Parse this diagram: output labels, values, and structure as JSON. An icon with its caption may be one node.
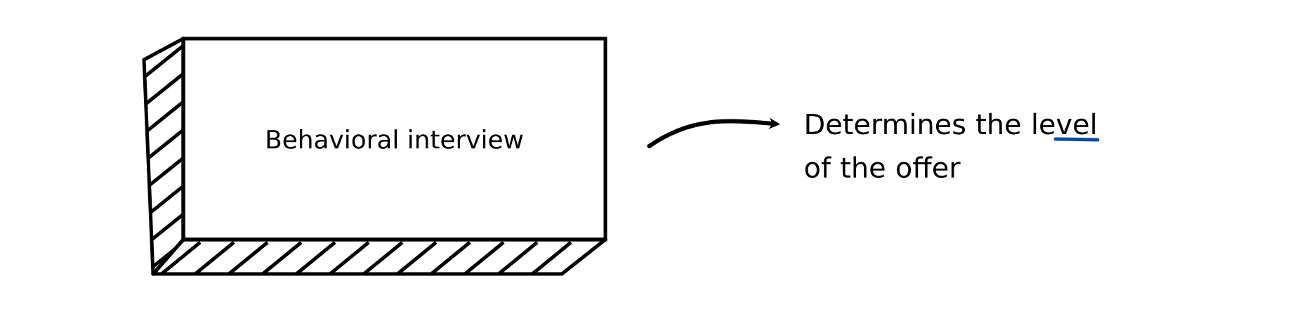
{
  "diagram": {
    "nodes": [
      {
        "text": [
          "Behavioral interview"
        ]
      },
      {
        "text": [
          "Determines the level of the offer"
        ]
      }
    ],
    "edges": [
      {
        "from": 0,
        "to": 1,
        "arrow": "to"
      }
    ]
  }
}
